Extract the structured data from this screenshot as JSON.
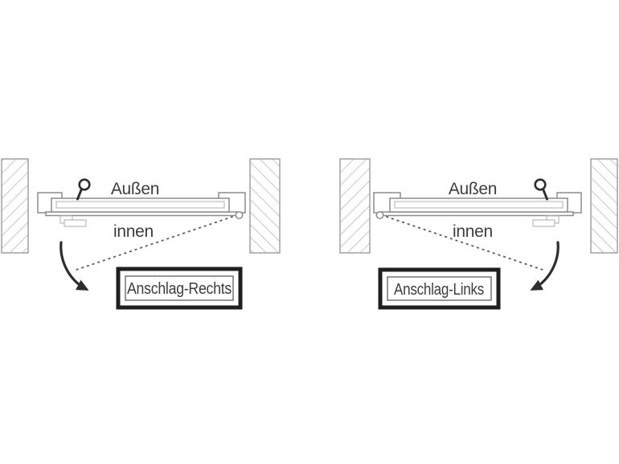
{
  "colors": {
    "background": "#ffffff",
    "wall_line": "#a9a9a9",
    "outline": "#8b8b8b",
    "light": "#b9b9b9",
    "dark": "#2e2e2e",
    "text": "#3d3d3d",
    "box_border": "#1f1f1f",
    "dotted": "#5a5a5a"
  },
  "diagrams": {
    "left": {
      "outside_label": "Außen",
      "inside_label": "innen",
      "box_label": "Anschlag-Rechts"
    },
    "right": {
      "outside_label": "Außen",
      "inside_label": "innen",
      "box_label": "Anschlag-Links"
    }
  }
}
